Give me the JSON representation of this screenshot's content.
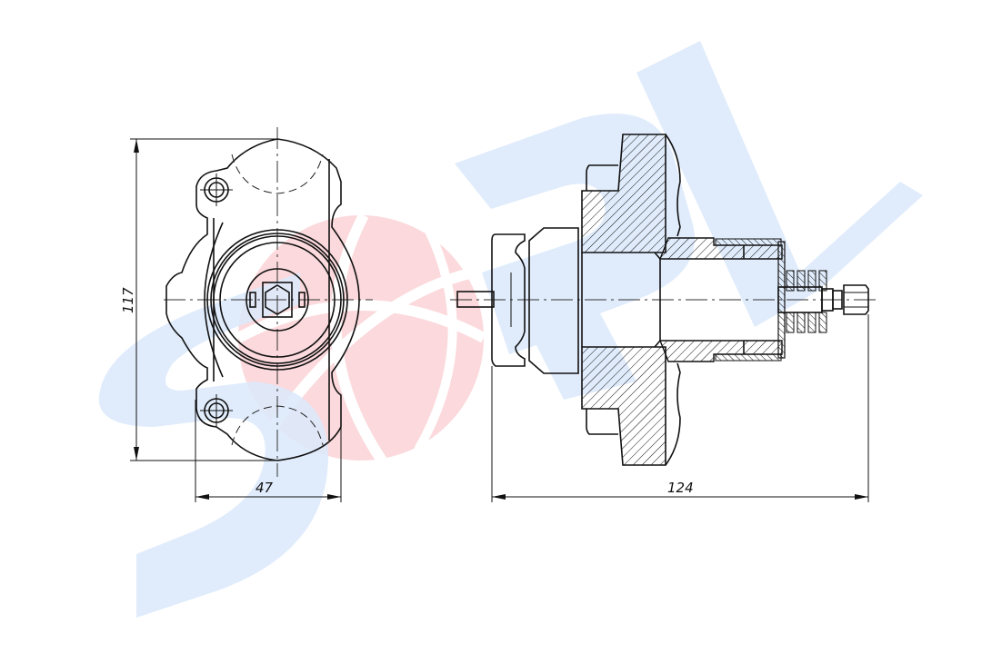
{
  "drawing": {
    "watermark_text": "SORL",
    "dimensions": {
      "height": "117",
      "width": "47",
      "length": "124"
    }
  },
  "colors": {
    "watermark_blue": "#dbe9fb",
    "watermark_red": "#fbd9dc",
    "line": "#111111"
  }
}
